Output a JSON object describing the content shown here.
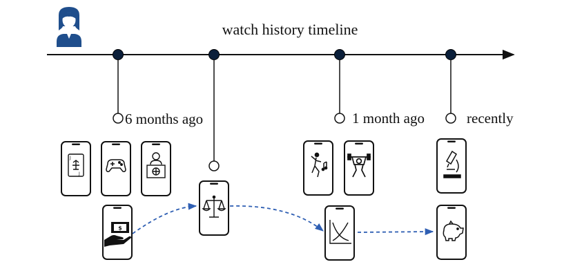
{
  "header": {
    "title": "watch history timeline",
    "user_icon": "user-icon",
    "user_color": "#1f4e8c"
  },
  "timeline": {
    "line_color": "#111111",
    "node_color": "#0b1f3a",
    "labels": {
      "six_months": "6 months ago",
      "one_month": "1 month ago",
      "recently": "recently"
    }
  },
  "videos": [
    {
      "topic": "card-game",
      "icon": "playing-card-icon"
    },
    {
      "topic": "video-game",
      "icon": "gamepad-icon"
    },
    {
      "topic": "news",
      "icon": "news-anchor-icon"
    },
    {
      "topic": "finance",
      "icon": "money-hand-icon"
    },
    {
      "topic": "law",
      "icon": "scales-icon"
    },
    {
      "topic": "dance",
      "icon": "dancer-icon"
    },
    {
      "topic": "fitness",
      "icon": "weightlifter-icon"
    },
    {
      "topic": "economics",
      "icon": "supply-demand-chart-icon"
    },
    {
      "topic": "science",
      "icon": "microscope-icon"
    },
    {
      "topic": "savings",
      "icon": "piggy-bank-icon"
    }
  ],
  "interest_path": {
    "color": "#2f5fb3",
    "style": "dashed"
  }
}
